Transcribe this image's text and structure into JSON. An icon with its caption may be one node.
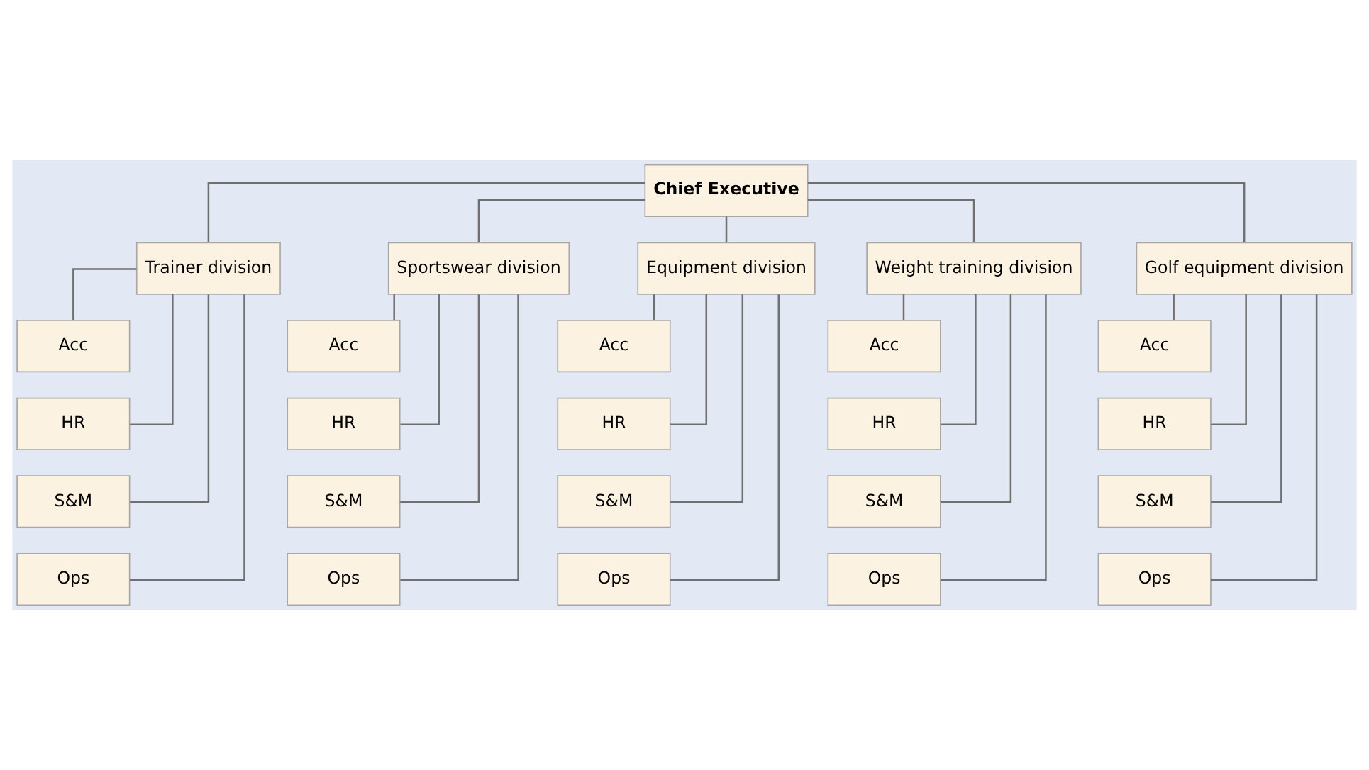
{
  "diagram": {
    "nodes": [
      {
        "text": [
          "Chief Executive"
        ]
      },
      {
        "text": [
          "Trainer division"
        ]
      },
      {
        "text": [
          "Sportswear division"
        ]
      },
      {
        "text": [
          "Equipment division"
        ]
      },
      {
        "text": [
          "Weight training division"
        ]
      },
      {
        "text": [
          "Golf equipment division"
        ]
      },
      {
        "text": [
          "Acc"
        ]
      },
      {
        "text": [
          "HR"
        ]
      },
      {
        "text": [
          "S&M"
        ]
      },
      {
        "text": [
          "Ops"
        ]
      },
      {
        "text": [
          "Acc"
        ]
      },
      {
        "text": [
          "HR"
        ]
      },
      {
        "text": [
          "S&M"
        ]
      },
      {
        "text": [
          "Ops"
        ]
      },
      {
        "text": [
          "Acc"
        ]
      },
      {
        "text": [
          "HR"
        ]
      },
      {
        "text": [
          "S&M"
        ]
      },
      {
        "text": [
          "Ops"
        ]
      },
      {
        "text": [
          "Acc"
        ]
      },
      {
        "text": [
          "HR"
        ]
      },
      {
        "text": [
          "S&M"
        ]
      },
      {
        "text": [
          "Ops"
        ]
      },
      {
        "text": [
          "Acc"
        ]
      },
      {
        "text": [
          "HR"
        ]
      },
      {
        "text": [
          "S&M"
        ]
      },
      {
        "text": [
          "Ops"
        ]
      }
    ],
    "edges": [
      {
        "from": 0,
        "to": 1,
        "arrow": "none"
      },
      {
        "from": 0,
        "to": 2,
        "arrow": "none"
      },
      {
        "from": 0,
        "to": 3,
        "arrow": "none"
      },
      {
        "from": 0,
        "to": 4,
        "arrow": "none"
      },
      {
        "from": 0,
        "to": 5,
        "arrow": "none"
      },
      {
        "from": 1,
        "to": 6,
        "arrow": "none"
      },
      {
        "from": 1,
        "to": 7,
        "arrow": "none"
      },
      {
        "from": 1,
        "to": 8,
        "arrow": "none"
      },
      {
        "from": 1,
        "to": 9,
        "arrow": "none"
      },
      {
        "from": 2,
        "to": 10,
        "arrow": "none"
      },
      {
        "from": 2,
        "to": 11,
        "arrow": "none"
      },
      {
        "from": 2,
        "to": 12,
        "arrow": "none"
      },
      {
        "from": 2,
        "to": 13,
        "arrow": "none"
      },
      {
        "from": 3,
        "to": 14,
        "arrow": "none"
      },
      {
        "from": 3,
        "to": 15,
        "arrow": "none"
      },
      {
        "from": 3,
        "to": 16,
        "arrow": "none"
      },
      {
        "from": 3,
        "to": 17,
        "arrow": "none"
      },
      {
        "from": 4,
        "to": 18,
        "arrow": "none"
      },
      {
        "from": 4,
        "to": 19,
        "arrow": "none"
      },
      {
        "from": 4,
        "to": 20,
        "arrow": "none"
      },
      {
        "from": 4,
        "to": 21,
        "arrow": "none"
      },
      {
        "from": 5,
        "to": 22,
        "arrow": "none"
      },
      {
        "from": 5,
        "to": 23,
        "arrow": "none"
      },
      {
        "from": 5,
        "to": 24,
        "arrow": "none"
      },
      {
        "from": 5,
        "to": 25,
        "arrow": "none"
      }
    ]
  }
}
